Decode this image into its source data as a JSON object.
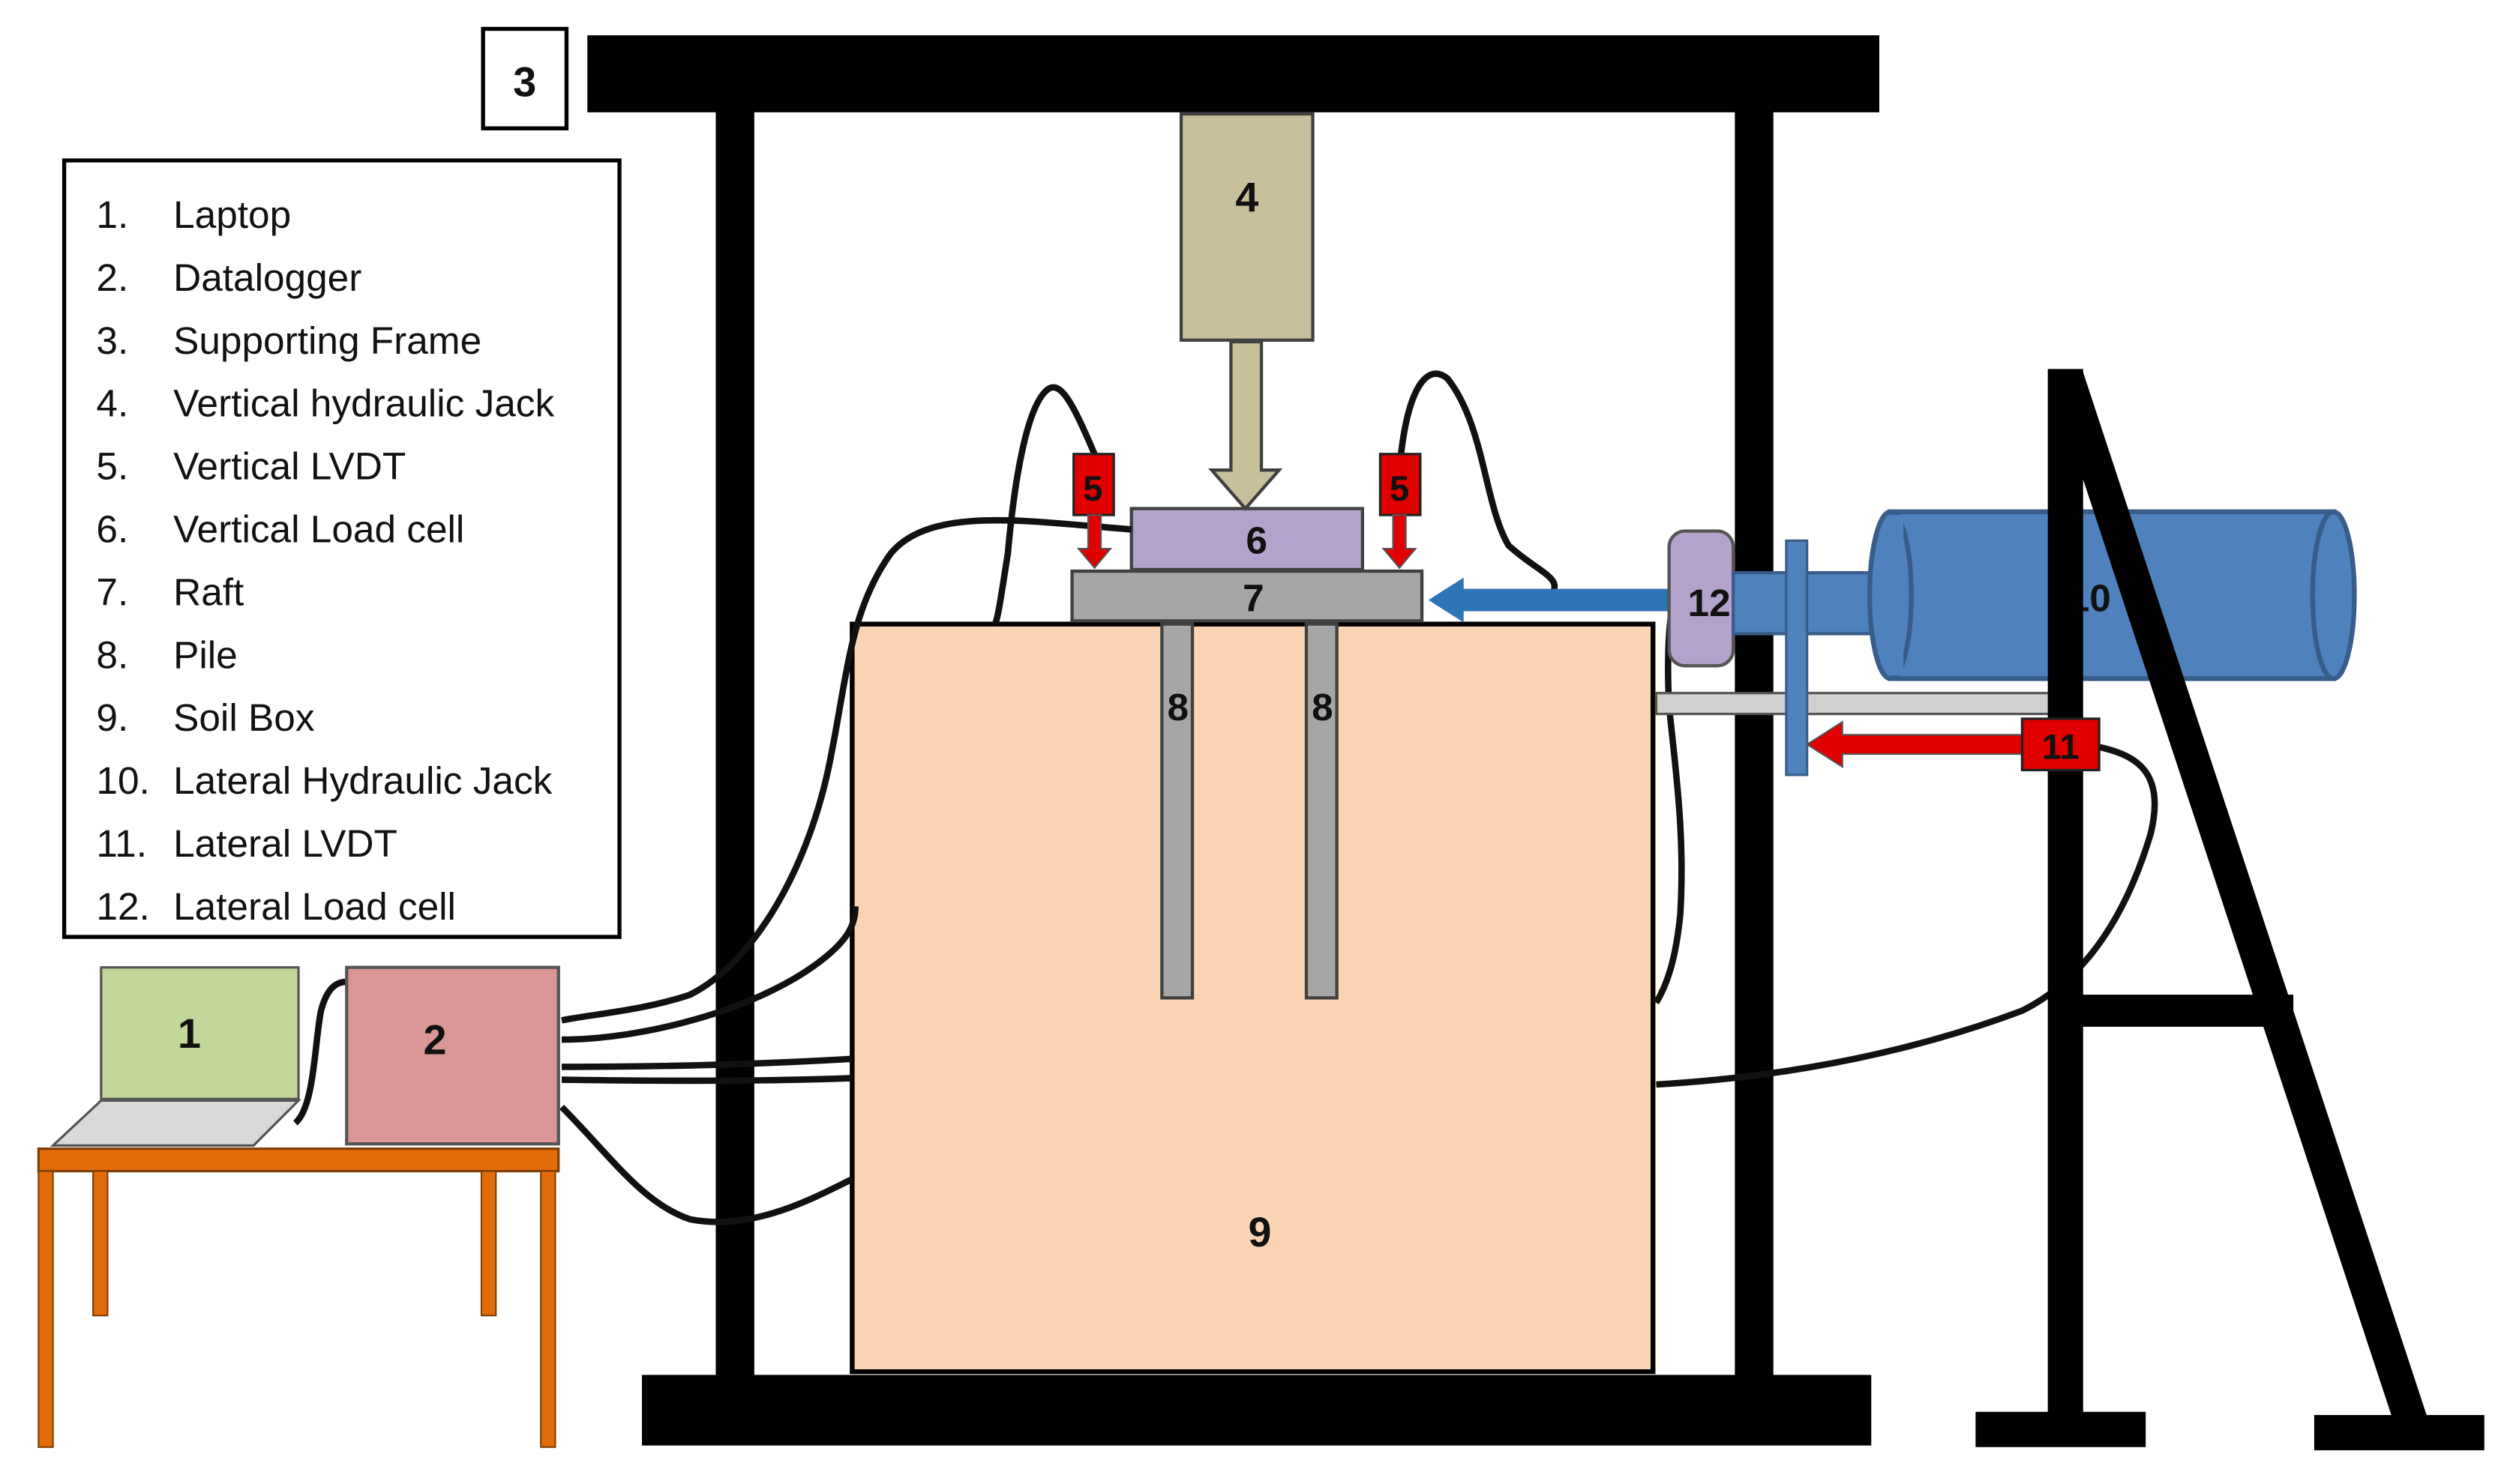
{
  "colors": {
    "frame": "#000000",
    "jack_vertical": "#c8c09a",
    "load_cell_vertical": "#b2a2cc",
    "raft": "#a6a6a6",
    "pile": "#a6a6a6",
    "soil_box": "#fbd4b4",
    "lateral_jack": "#4f81bd",
    "lateral_load_cell": "#b2a2cc",
    "lvdt": "#e00000",
    "arrow_blue": "#2e75b6",
    "arrow_red": "#e00000",
    "laptop_screen": "#c4d79b",
    "laptop_base": "#d9d9d9",
    "datalogger": "#d99694",
    "table": "#e36c0a"
  },
  "legend": {
    "items": [
      {
        "num": "1.",
        "text": "Laptop"
      },
      {
        "num": "2.",
        "text": "Datalogger"
      },
      {
        "num": "3.",
        "text": "Supporting Frame"
      },
      {
        "num": "4.",
        "text": "Vertical hydraulic Jack"
      },
      {
        "num": "5.",
        "text": "Vertical LVDT"
      },
      {
        "num": "6.",
        "text": "Vertical Load cell"
      },
      {
        "num": "7.",
        "text": "Raft"
      },
      {
        "num": "8.",
        "text": "Pile"
      },
      {
        "num": "9.",
        "text": "Soil Box"
      },
      {
        "num": "10.",
        "text": "Lateral Hydraulic Jack"
      },
      {
        "num": "11.",
        "text": "Lateral LVDT"
      },
      {
        "num": "12.",
        "text": "Lateral Load cell"
      }
    ]
  },
  "labels": {
    "laptop": "1",
    "datalogger": "2",
    "frame": "3",
    "vertical_jack": "4",
    "vertical_lvdt_left": "5",
    "vertical_lvdt_right": "5",
    "vertical_load_cell": "6",
    "raft": "7",
    "pile_left": "8",
    "pile_right": "8",
    "soil_box": "9",
    "lateral_jack": "10",
    "lateral_lvdt": "11",
    "lateral_load_cell": "12"
  }
}
